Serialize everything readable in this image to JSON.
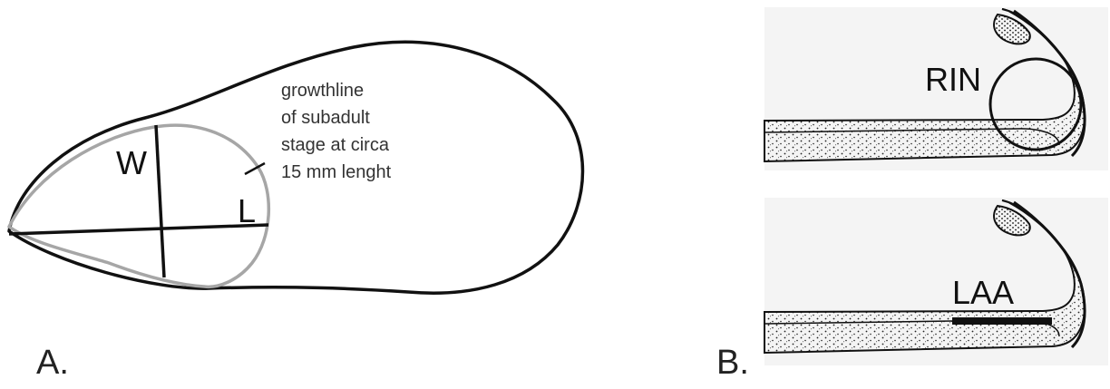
{
  "panel_a": {
    "label": "A.",
    "width_label": "W",
    "length_label": "L",
    "annotation": [
      "growthline",
      "of subadult",
      "stage at circa",
      "15 mm lenght"
    ]
  },
  "panel_b": {
    "label": "B.",
    "top_label": "RIN",
    "bottom_label": "LAA"
  },
  "colors": {
    "outline": "#111111",
    "growthline": "#a6a6a6",
    "shell_fill": "#f4f4f4"
  }
}
